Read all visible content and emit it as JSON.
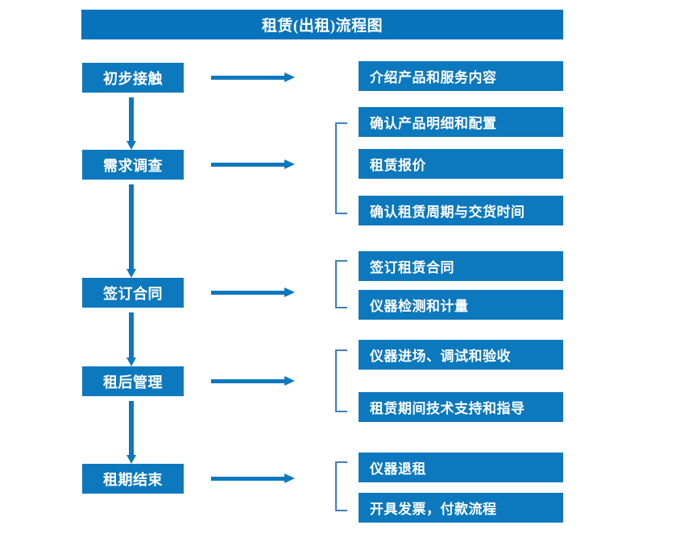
{
  "chart_title": "租赁(出租)流程图",
  "colors": {
    "box_fill": "#0c78bd",
    "title_fill": "#0873bd",
    "box_text": "#ffffff",
    "arrow": "#0c78bd",
    "bracket": "#3f7fb9",
    "background": "#ffffff"
  },
  "stages": [
    {
      "id": "stage-1",
      "label": "初步接触"
    },
    {
      "id": "stage-2",
      "label": "需求调查"
    },
    {
      "id": "stage-3",
      "label": "签订合同"
    },
    {
      "id": "stage-4",
      "label": "租后管理"
    },
    {
      "id": "stage-5",
      "label": "租期结束"
    }
  ],
  "details": [
    {
      "id": "detail-1",
      "label": "介绍产品和服务内容"
    },
    {
      "id": "detail-2",
      "label": "确认产品明细和配置"
    },
    {
      "id": "detail-3",
      "label": "租赁报价"
    },
    {
      "id": "detail-4",
      "label": "确认租赁周期与交货时间"
    },
    {
      "id": "detail-5",
      "label": "签订租赁合同"
    },
    {
      "id": "detail-6",
      "label": "仪器检测和计量"
    },
    {
      "id": "detail-7",
      "label": "仪器进场、调试和验收"
    },
    {
      "id": "detail-8",
      "label": "租赁期间技术支持和指导"
    },
    {
      "id": "detail-9",
      "label": "仪器退租"
    },
    {
      "id": "detail-10",
      "label": "开具发票，付款流程"
    }
  ],
  "flow_arrows": {
    "horizontal_count": 5,
    "vertical_count": 4,
    "direction_horizontal": "left-to-right",
    "direction_vertical": "top-to-bottom"
  },
  "groupings": [
    {
      "stage": "需求调查",
      "details": [
        "确认产品明细和配置",
        "租赁报价",
        "确认租赁周期与交货时间"
      ]
    },
    {
      "stage": "签订合同",
      "details": [
        "签订租赁合同",
        "仪器检测和计量"
      ]
    },
    {
      "stage": "租后管理",
      "details": [
        "仪器进场、调试和验收",
        "租赁期间技术支持和指导"
      ]
    },
    {
      "stage": "租期结束",
      "details": [
        "仪器退租",
        "开具发票，付款流程"
      ]
    }
  ]
}
